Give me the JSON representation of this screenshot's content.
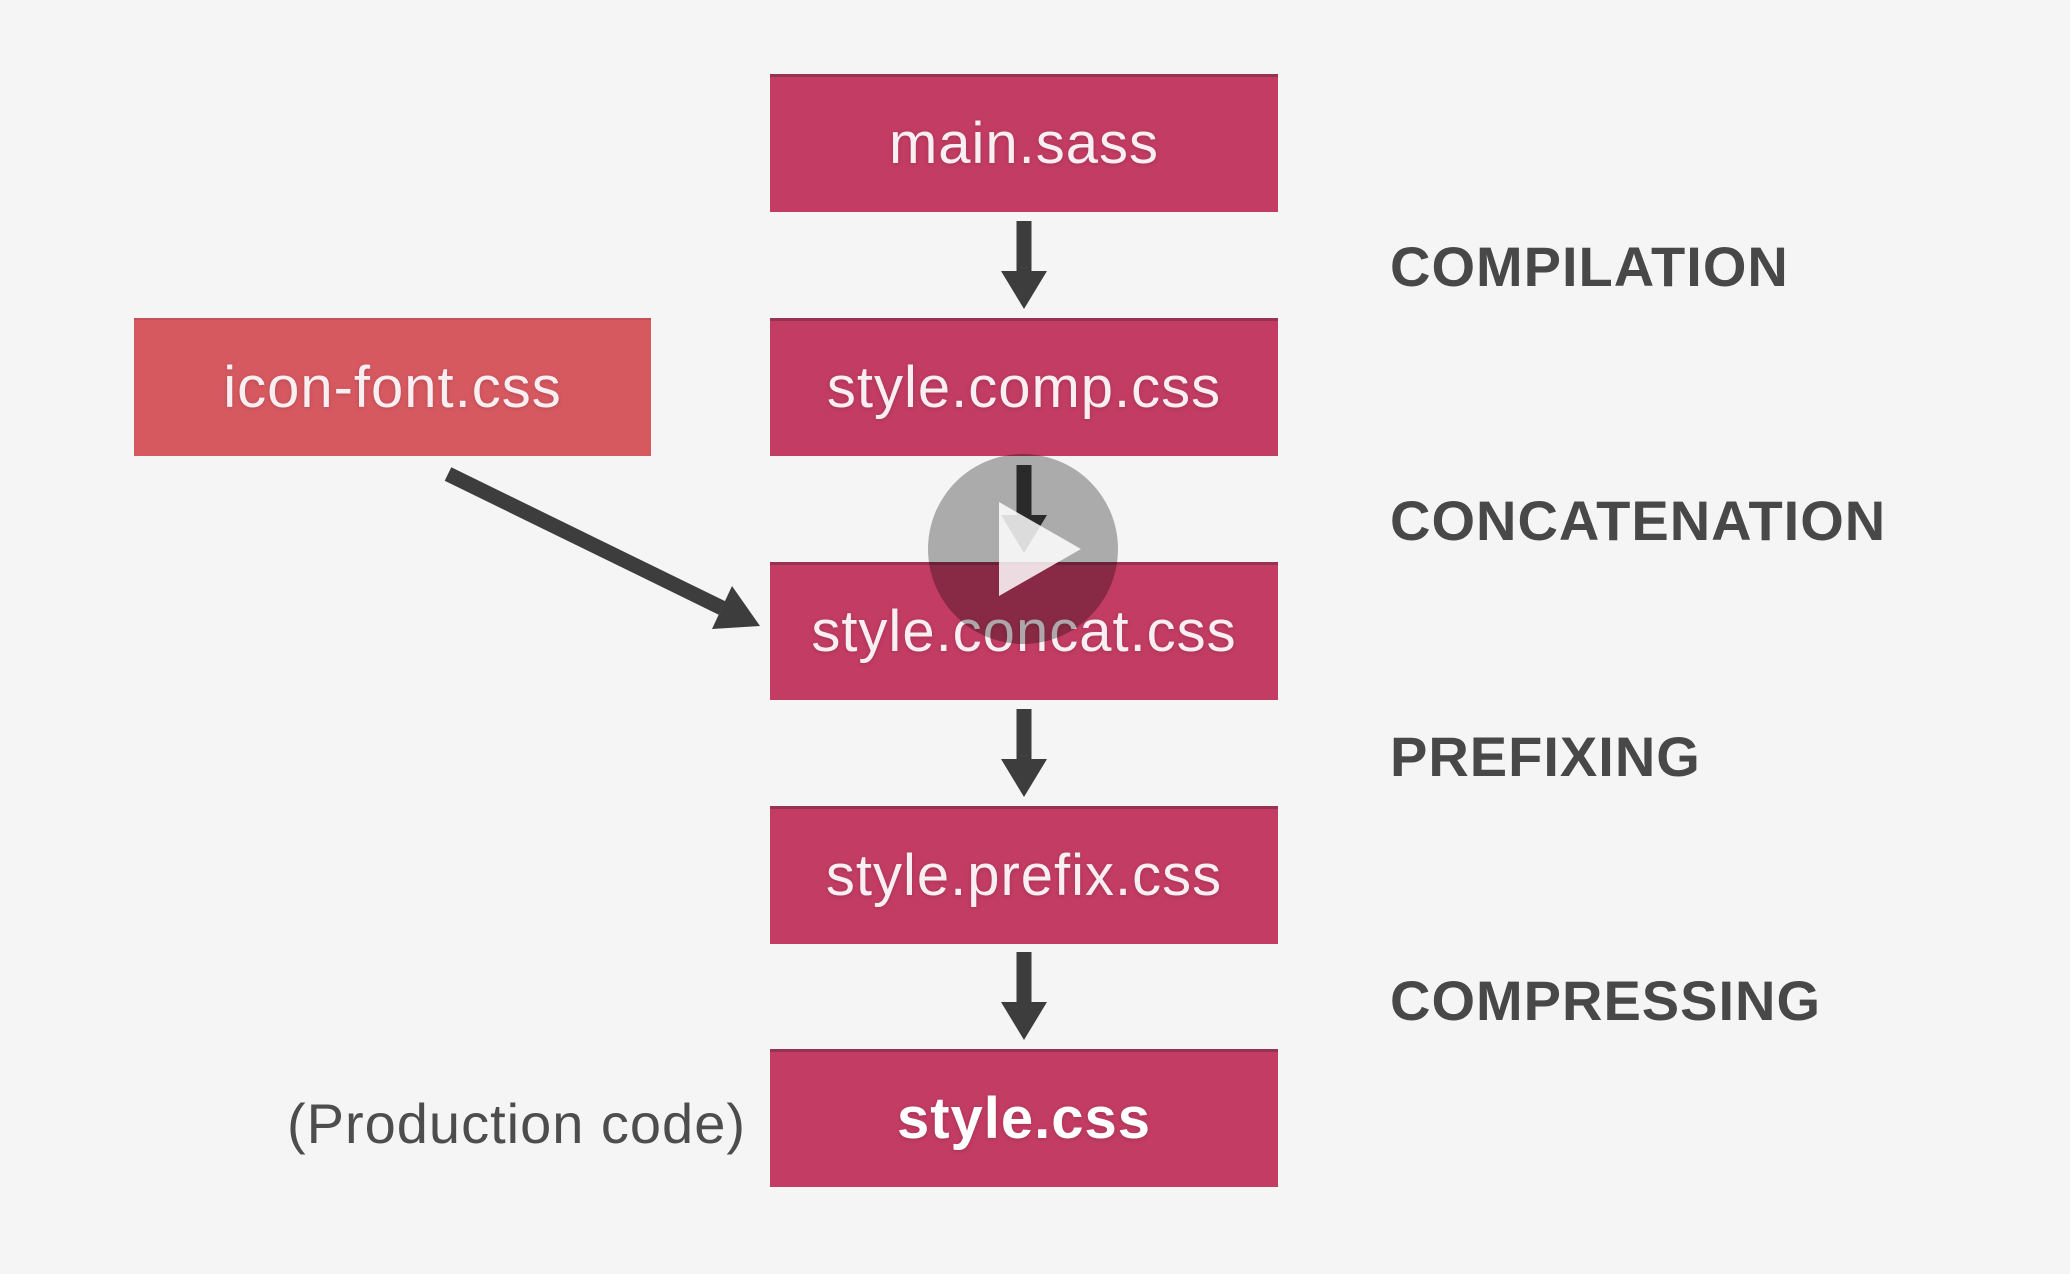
{
  "diagram": {
    "pipeline": [
      {
        "file": "main.sass"
      },
      {
        "file": "style.comp.css"
      },
      {
        "file": "style.concat.css"
      },
      {
        "file": "style.prefix.css"
      },
      {
        "file": "style.css",
        "emphasis": true
      }
    ],
    "side_input": {
      "file": "icon-font.css"
    },
    "stages": [
      {
        "label": "COMPILATION"
      },
      {
        "label": "CONCATENATION"
      },
      {
        "label": "PREFIXING"
      },
      {
        "label": "COMPRESSING"
      }
    ],
    "note": "(Production code)"
  },
  "video_overlay": {
    "play_icon": "play-triangle"
  },
  "colors": {
    "background": "#f5f5f6",
    "box_primary": "#c33c63",
    "box_secondary": "#d75960",
    "arrow": "#3d3d3d",
    "stage_label": "#484848",
    "box_text": "#f9eef2"
  }
}
